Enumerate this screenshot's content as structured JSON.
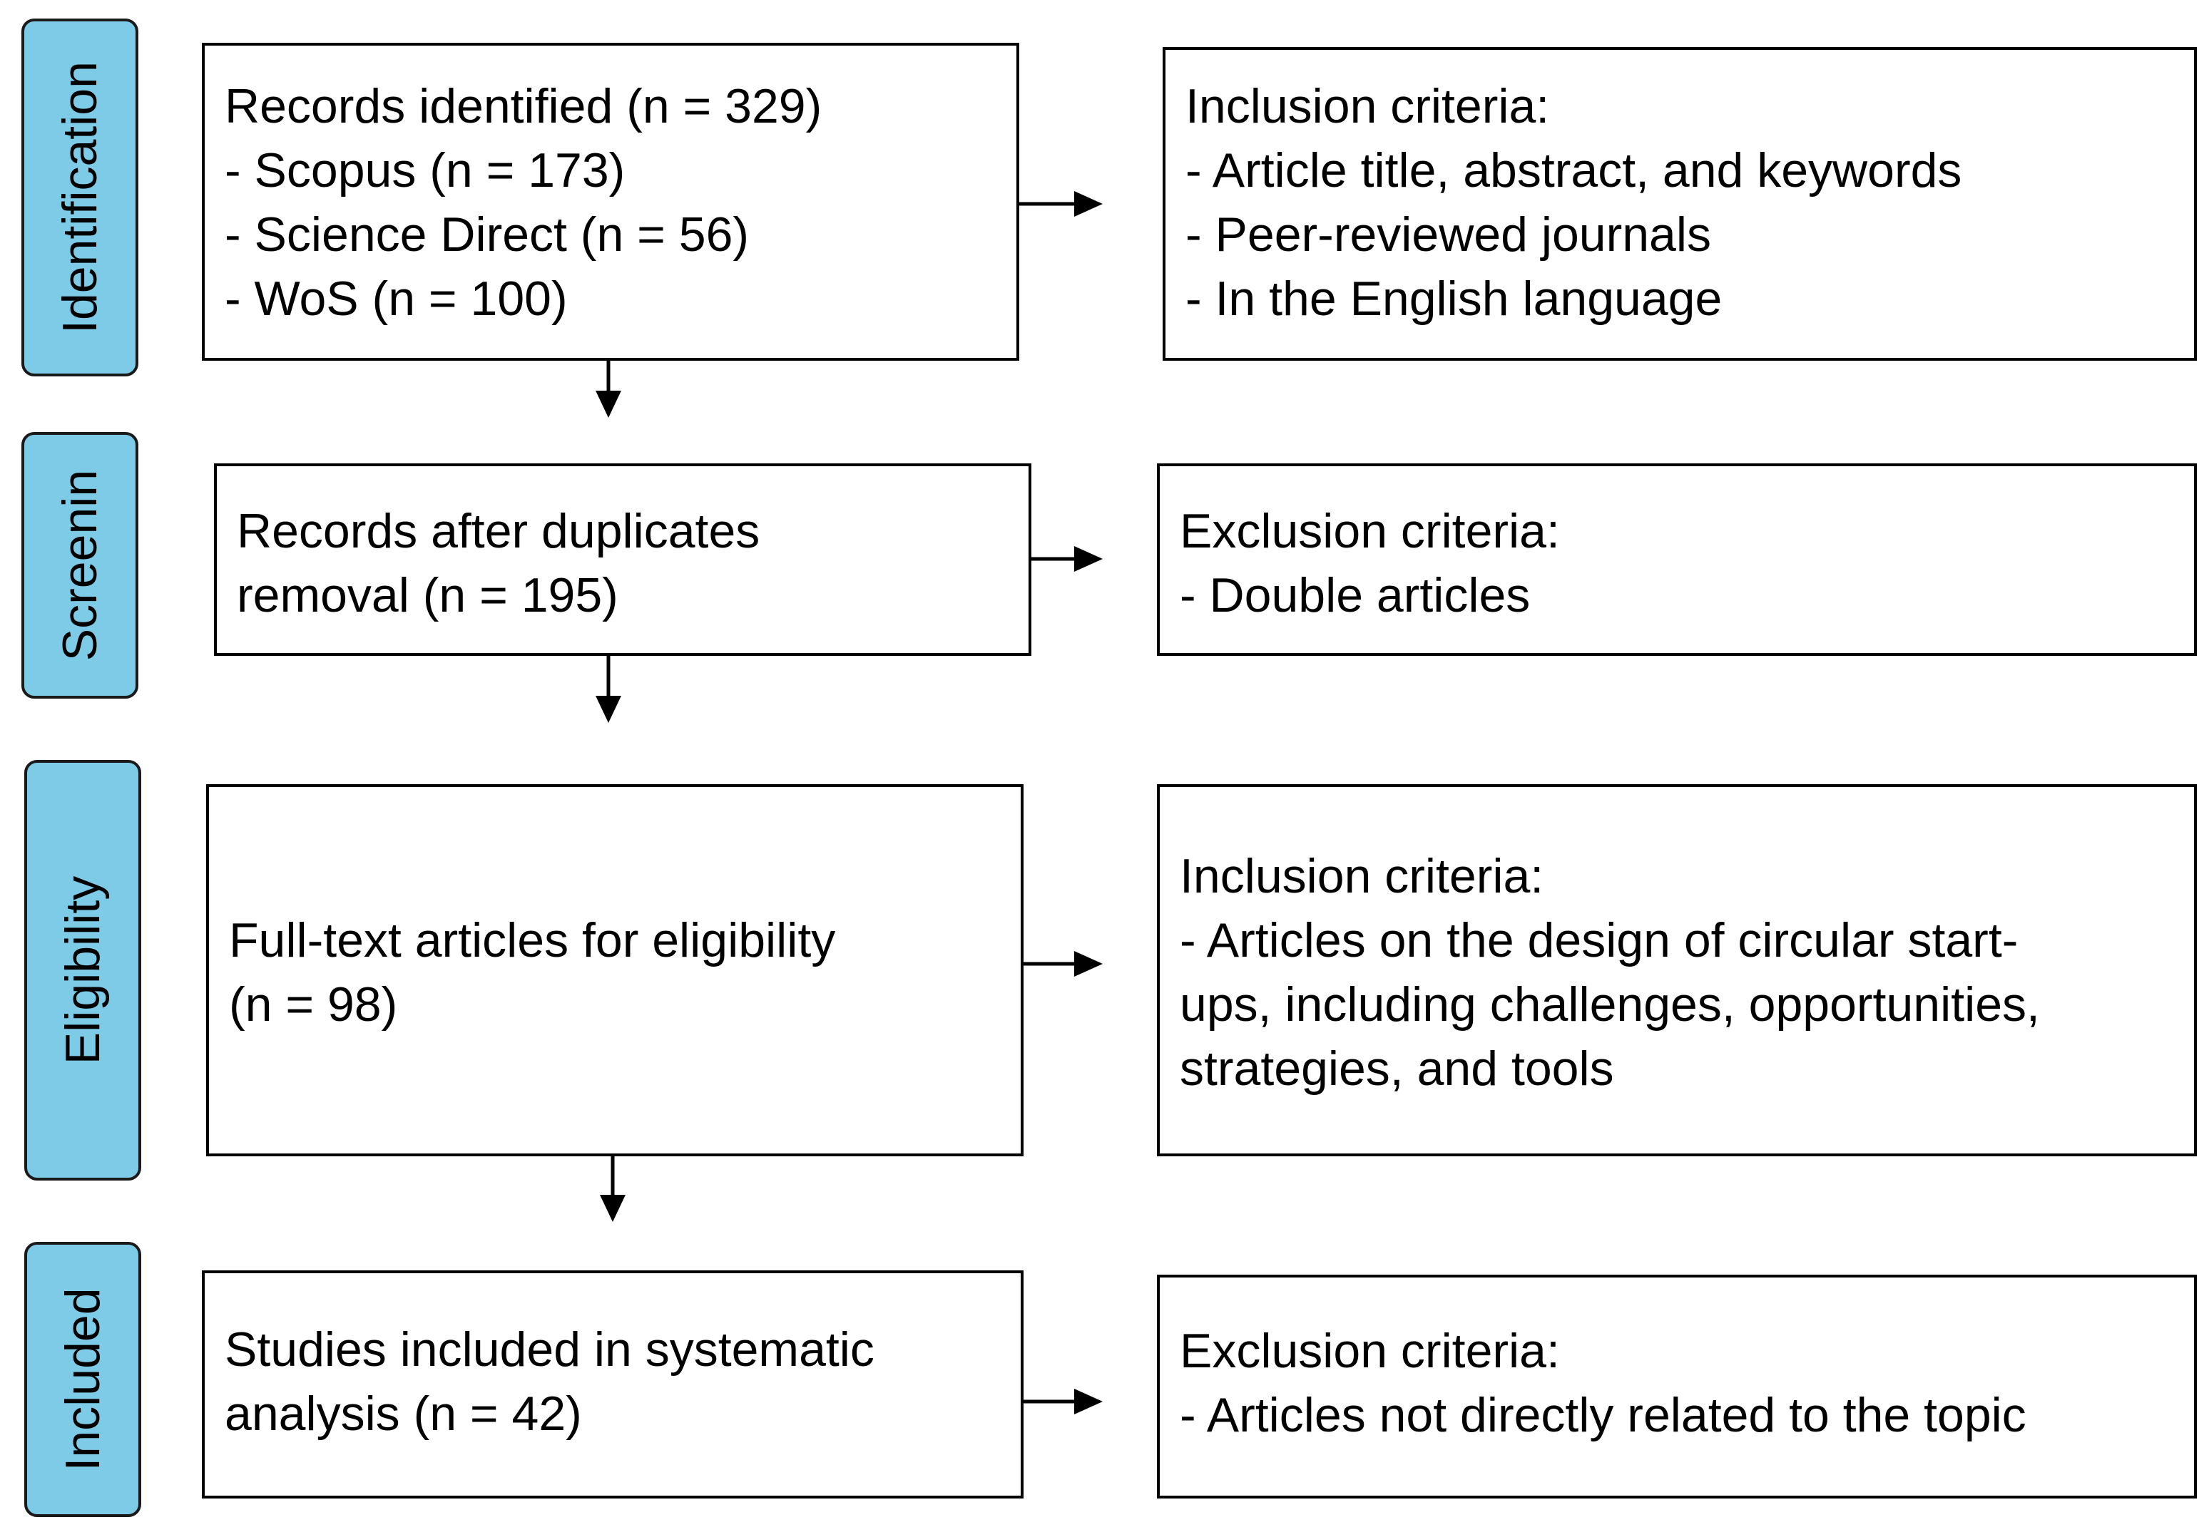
{
  "stages": [
    {
      "label": "Identification"
    },
    {
      "label": "Screenin"
    },
    {
      "label": "Eligibility"
    },
    {
      "label": "Included"
    }
  ],
  "left_boxes": [
    {
      "lines": [
        "Records identified (n = 329)",
        "- Scopus (n = 173)",
        "- Science Direct (n = 56)",
        "- WoS (n = 100)"
      ]
    },
    {
      "lines": [
        "Records after duplicates",
        "removal (n = 195)"
      ]
    },
    {
      "lines": [
        "Full-text articles for eligibility",
        "(n = 98)"
      ]
    },
    {
      "lines": [
        "Studies included in systematic",
        "analysis (n = 42)"
      ]
    }
  ],
  "right_boxes": [
    {
      "lines": [
        "Inclusion criteria:",
        "- Article title, abstract, and keywords",
        "- Peer-reviewed  journals",
        "- In the English language"
      ]
    },
    {
      "lines": [
        "Exclusion criteria:",
        "- Double articles"
      ]
    },
    {
      "lines": [
        "Inclusion criteria:",
        "- Articles on the design of circular start-",
        "ups, including challenges, opportunities,",
        "strategies, and tools"
      ]
    },
    {
      "lines": [
        "Exclusion criteria:",
        "- Articles not directly related to the topic"
      ]
    }
  ],
  "colors": {
    "tab_fill": "#7dcbe6",
    "tab_border": "#1a1a1a",
    "box_border": "#000000"
  }
}
